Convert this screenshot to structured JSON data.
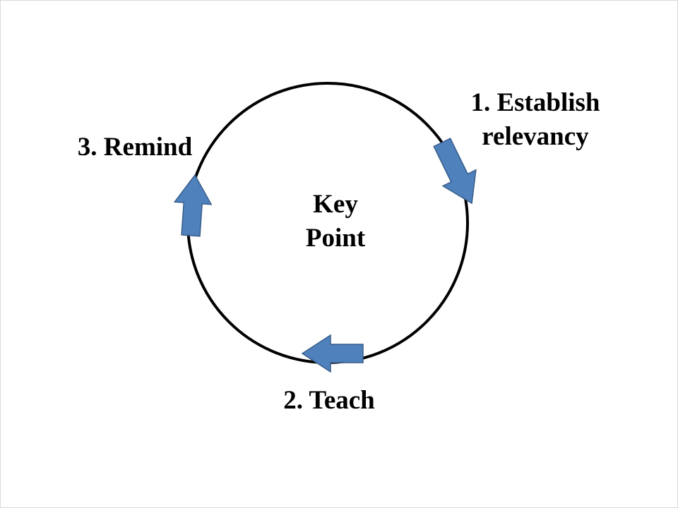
{
  "center": {
    "line1": "Key",
    "line2": "Point"
  },
  "steps": [
    {
      "line1": "1. Establish",
      "line2": "relevancy"
    },
    {
      "line1": "2. Teach"
    },
    {
      "line1": "3. Remind"
    }
  ],
  "colors": {
    "arrow_fill": "#4f81bd",
    "arrow_stroke": "#385d8a",
    "circle_stroke": "#000000",
    "text": "#000000"
  },
  "icons": {
    "arrow": "block-arrow-icon"
  }
}
